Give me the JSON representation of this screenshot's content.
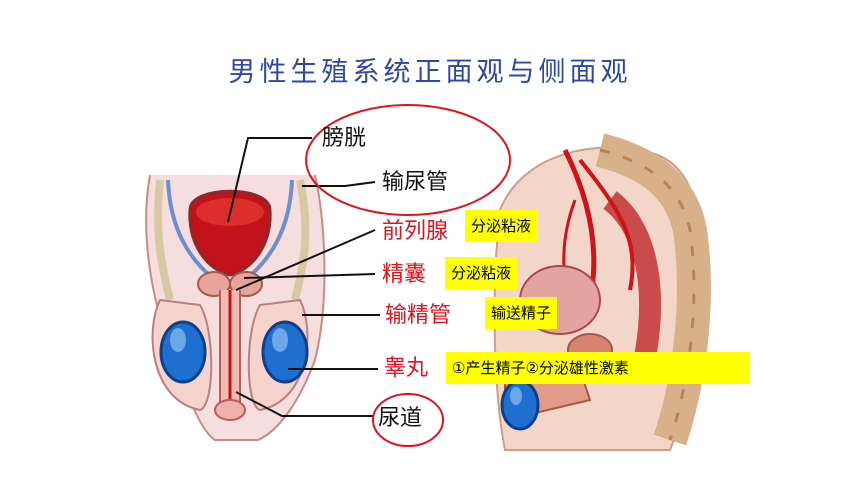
{
  "title": "男性生殖系统正面观与侧面观",
  "labels": {
    "bladder": "膀胱",
    "vas_deferens": "输尿管",
    "prostate": "前列腺",
    "seminal_vesicle": "精囊",
    "ejaculatory_duct": "输精管",
    "testis": "睾丸",
    "urethra": "尿道"
  },
  "functions": {
    "prostate": "分泌粘液",
    "seminal_vesicle": "分泌粘液",
    "ejaculatory_duct": "输送精子",
    "testis": "①产生精子②分泌雄性激素"
  },
  "colors": {
    "title": "#2e47a8",
    "highlight_label": "#e0141e",
    "tag_background": "#ffff00",
    "circle_outline": "#e0141e"
  }
}
